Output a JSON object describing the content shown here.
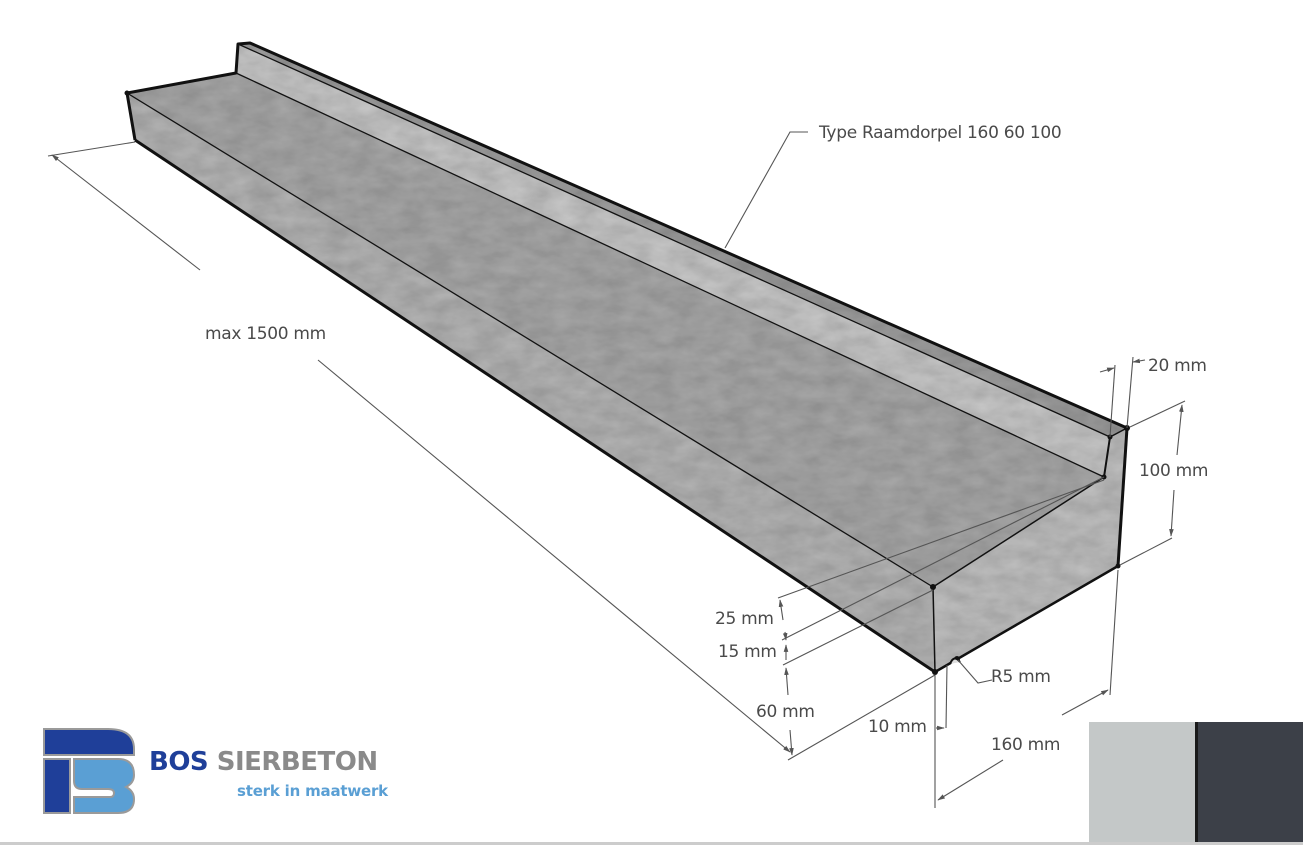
{
  "product": {
    "label": "Type Raamdorpel 160 60 100"
  },
  "dimensions": {
    "length": "max 1500 mm",
    "upstand_width": "20 mm",
    "total_height": "100 mm",
    "slope_rise": "25 mm",
    "front_step": "15 mm",
    "front_height": "60 mm",
    "drip_offset": "10 mm",
    "drip_radius": "R5 mm",
    "depth": "160 mm"
  },
  "brand": {
    "name_part1": "BOS",
    "name_part2": "SIERBETON",
    "tagline": "sterk in maatwerk",
    "colors": {
      "dark_blue": "#1f3f99",
      "light_blue": "#5a9fd4",
      "gray": "#8a8a8a"
    }
  },
  "color_swatches": [
    {
      "name": "light-gray-concrete",
      "color": "#c4c8c8",
      "width": 106
    },
    {
      "name": "anthracite-concrete",
      "color": "#3c4048",
      "width": 108
    }
  ]
}
